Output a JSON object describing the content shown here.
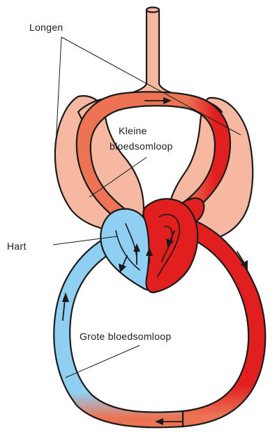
{
  "labels": {
    "lungs": "Longen",
    "small_circulation_line1": "Kleine",
    "small_circulation_line2": "bloedsomloop",
    "heart": "Hart",
    "large_circulation": "Grote bloedsomloop"
  },
  "colors": {
    "lung_tissue": "#f6b8a0",
    "oxygen_poor_blood": "#8fd0f2",
    "oxygen_rich_blood": "#e11f1f",
    "mixed_blood": "#ec7455",
    "outline": "#1a1a1a"
  }
}
